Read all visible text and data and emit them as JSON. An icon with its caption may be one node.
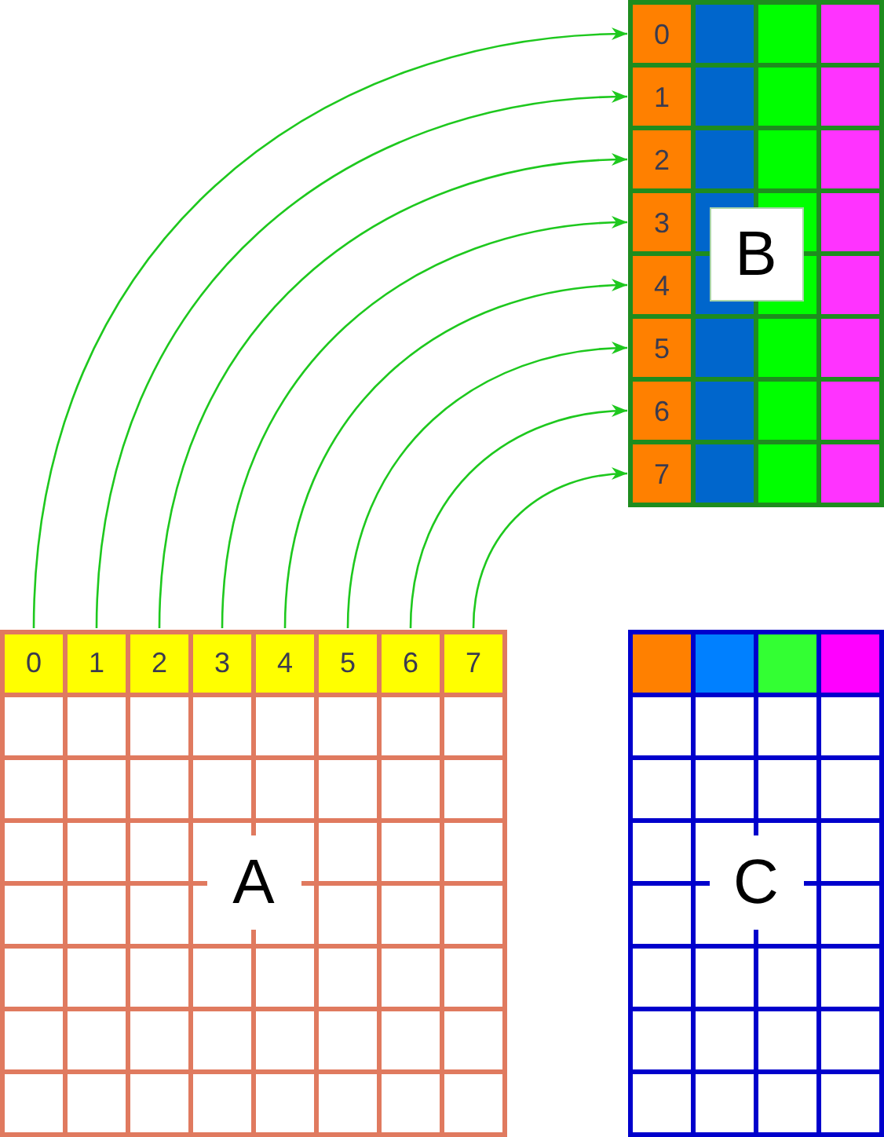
{
  "diagram": {
    "nodes": [
      {
        "text": [
          "B"
        ]
      },
      {
        "text": [
          "0"
        ],
        "in": 0
      },
      {
        "text": [
          "1"
        ],
        "in": 0
      },
      {
        "text": [
          "2"
        ],
        "in": 0
      },
      {
        "text": [
          "3"
        ],
        "in": 0
      },
      {
        "text": [
          "4"
        ],
        "in": 0
      },
      {
        "text": [
          "5"
        ],
        "in": 0
      },
      {
        "text": [
          "6"
        ],
        "in": 0
      },
      {
        "text": [
          "7"
        ],
        "in": 0
      },
      {
        "text": [
          "A"
        ]
      },
      {
        "text": [
          "0"
        ],
        "in": 9
      },
      {
        "text": [
          "1"
        ],
        "in": 9
      },
      {
        "text": [
          "2"
        ],
        "in": 9
      },
      {
        "text": [
          "3"
        ],
        "in": 9
      },
      {
        "text": [
          "4"
        ],
        "in": 9
      },
      {
        "text": [
          "5"
        ],
        "in": 9
      },
      {
        "text": [
          "6"
        ],
        "in": 9
      },
      {
        "text": [
          "7"
        ],
        "in": 9
      },
      {
        "text": [
          "C"
        ]
      },
      {
        "text": [],
        "shape": "box",
        "in": 18
      },
      {
        "text": [],
        "shape": "box",
        "in": 18
      },
      {
        "text": [],
        "shape": "box",
        "in": 18
      },
      {
        "text": [],
        "shape": "box",
        "in": 18
      }
    ],
    "edges": [
      {
        "from": 10,
        "to": 1,
        "arrow": "to"
      },
      {
        "from": 11,
        "to": 2,
        "arrow": "to"
      },
      {
        "from": 12,
        "to": 3,
        "arrow": "to"
      },
      {
        "from": 13,
        "to": 4,
        "arrow": "to"
      },
      {
        "from": 14,
        "to": 5,
        "arrow": "to"
      },
      {
        "from": 15,
        "to": 6,
        "arrow": "to"
      },
      {
        "from": 16,
        "to": 7,
        "arrow": "to"
      },
      {
        "from": 17,
        "to": 8,
        "arrow": "to"
      }
    ]
  }
}
